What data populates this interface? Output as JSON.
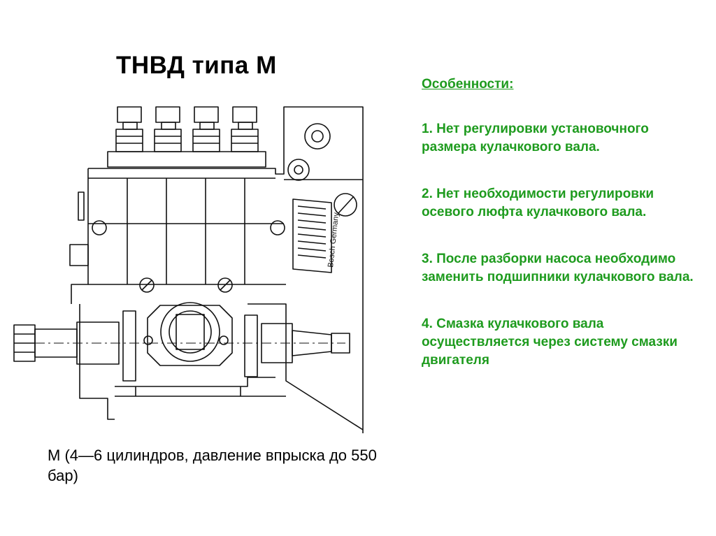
{
  "slide": {
    "title": "ТНВД типа М",
    "caption": "М (4—6 цилиндров, давление впрыска до 550 бар)",
    "drawing": {
      "plate_text": "Bosch Germany",
      "icon": "injection-pump-drawing"
    },
    "features": {
      "heading": "Особенности:",
      "items": [
        "1. Нет регулировки установочного размера кулачкового вала.",
        "2. Нет необходимости регулировки осевого люфта кулачкового вала.",
        "3. После разборки насоса необходимо заменить подшипники кулачкового вала.",
        "4. Смазка кулачкового вала осуществляется через систему смазки двигателя"
      ]
    },
    "colors": {
      "accent": "#1e9b1e",
      "text": "#000000",
      "background": "#ffffff"
    }
  }
}
